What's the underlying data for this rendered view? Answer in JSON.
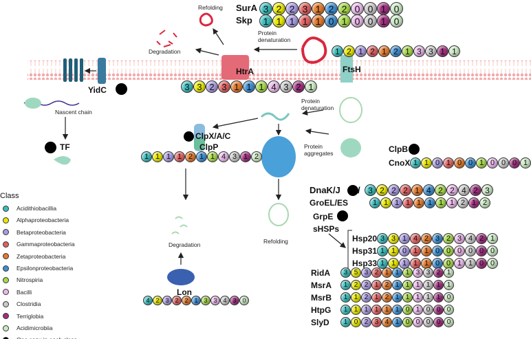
{
  "class_colors": [
    "#3cbcbc",
    "#e8e800",
    "#a99be0",
    "#e06262",
    "#e27a2c",
    "#3d8fd2",
    "#a8d84c",
    "#e9b8e9",
    "#c9c9c9",
    "#a0307f",
    "#cbe8c4"
  ],
  "legend": {
    "title": "Class",
    "items": [
      "Acidithiobacillia",
      "Alphaproteobacteria",
      "Betaproteobacteria",
      "Gammaproteobacteria",
      "Zetaproteobacteria",
      "Epsilonproteobacteria",
      "Nitrospiria",
      "Bacilli",
      "Clostridia",
      "Terriglobia",
      "Acidimicrobiia"
    ],
    "one_copy": "One copy in each class"
  },
  "labels": {
    "refolding_top": "Refolding",
    "degradation_top": "Degradation",
    "protein_denaturation_top": "Protein\ndenaturation",
    "htra": "HtrA",
    "ftsh": "FtsH",
    "yidc": "YidC",
    "nascent_chain": "Nascent chain",
    "tf": "TF",
    "clpxac": "ClpX/A/C",
    "clpp": "ClpP",
    "protein_denaturation_mid": "Protein\ndenaturation",
    "protein_aggregates": "Protein\naggregates",
    "degradation_bottom": "Degradation",
    "refolding_bottom": "Refolding",
    "lon": "Lon",
    "clpb": "ClpB",
    "grpe": "GrpE",
    "shsps": "sHSPs",
    "slash": "/"
  },
  "rows": {
    "sura": {
      "label": "SurA",
      "values": [
        3,
        2,
        2,
        3,
        1,
        2,
        2,
        0,
        0,
        1,
        0
      ]
    },
    "skp": {
      "label": "Skp",
      "values": [
        1,
        1,
        1,
        1,
        1,
        0,
        1,
        0,
        0,
        1,
        0
      ]
    },
    "ftsh": {
      "label": "",
      "values": [
        1,
        2,
        1,
        2,
        1,
        2,
        1,
        3,
        3,
        1,
        1
      ]
    },
    "htra": {
      "label": "",
      "values": [
        3,
        3,
        2,
        3,
        1,
        1,
        1,
        4,
        3,
        2,
        1
      ]
    },
    "clpx": {
      "label": "",
      "values": [
        1,
        1,
        1,
        1,
        2,
        1,
        1,
        4,
        3,
        1,
        2
      ]
    },
    "cnox": {
      "label": "CnoX",
      "values": [
        1,
        1,
        0,
        1,
        0,
        0,
        1,
        0,
        0,
        0,
        1
      ]
    },
    "dnak": {
      "label": "DnaK/J",
      "values": [
        3,
        2,
        2,
        2,
        1,
        4,
        2,
        2,
        4,
        2,
        3
      ]
    },
    "groel": {
      "label": "GroEL/ES",
      "values": [
        1,
        1,
        1,
        1,
        1,
        1,
        1,
        1,
        2,
        1,
        2
      ]
    },
    "hsp20": {
      "label": "Hsp20",
      "values": [
        3,
        3,
        1,
        4,
        2,
        3,
        2,
        3,
        4,
        2,
        1
      ]
    },
    "hsp31": {
      "label": "Hsp31",
      "values": [
        1,
        1,
        0,
        1,
        1,
        0,
        0,
        0,
        0,
        0,
        0
      ]
    },
    "hsp33": {
      "label": "Hsp33",
      "values": [
        1,
        1,
        1,
        1,
        1,
        0,
        0,
        1,
        1,
        0,
        0
      ]
    },
    "rida": {
      "label": "RidA",
      "values": [
        3,
        5,
        3,
        2,
        1,
        1,
        1,
        3,
        3,
        2,
        1
      ]
    },
    "msra": {
      "label": "MsrA",
      "values": [
        1,
        2,
        2,
        1,
        2,
        1,
        1,
        1,
        1,
        1,
        1
      ]
    },
    "msrb": {
      "label": "MsrB",
      "values": [
        1,
        1,
        2,
        1,
        2,
        1,
        1,
        1,
        1,
        1,
        0
      ]
    },
    "htpg": {
      "label": "HtpG",
      "values": [
        1,
        1,
        1,
        1,
        1,
        1,
        0,
        1,
        0,
        0,
        0
      ]
    },
    "slyd": {
      "label": "SlyD",
      "values": [
        1,
        0,
        2,
        3,
        4,
        1,
        0,
        0,
        0,
        0,
        0
      ]
    },
    "lon": {
      "label": "",
      "values": [
        4,
        2,
        3,
        2,
        2,
        1,
        3,
        3,
        4,
        3,
        0
      ]
    }
  }
}
